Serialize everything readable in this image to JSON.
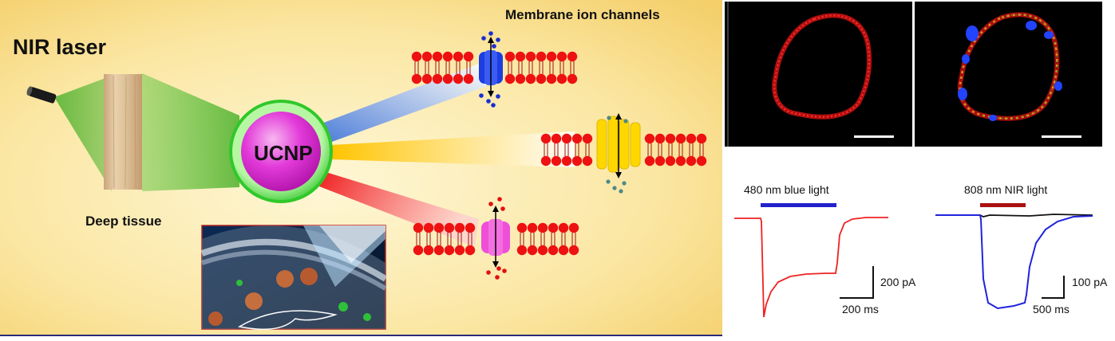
{
  "schematic": {
    "title_laser": "NIR laser",
    "label_tissue": "Deep tissue",
    "label_ucnp": "UCNP",
    "label_channels": "Membrane ion channels",
    "colors": {
      "background_center": "#fdf2c4",
      "background_edge": "#f6d77a",
      "laser_beam": "#5fb83b",
      "ucnp_shell": "#3fd23a",
      "ucnp_core": "#e23ad9",
      "blue_beam": "#3f74d9",
      "yellow_beam": "#ffc400",
      "red_beam": "#ef1a1a",
      "lipid_head": "#ee1111",
      "blue_channel": "#1c3ee0",
      "yellow_channel": "#ffd700",
      "pink_channel": "#ef4fd8"
    },
    "icons": [
      "laser-pointer-icon",
      "tissue-block-icon",
      "ion-channel-icon",
      "ion-dot-icon",
      "nanoparticle-icon",
      "membrane-illustration-icon"
    ]
  },
  "microscopy": {
    "panel_left_channel": "red",
    "panel_right_channel": "merge"
  },
  "traces": {
    "left": {
      "stimulus_label": "480 nm blue light",
      "stimulus_color": "#2222cc",
      "trace_color": "#ee2222",
      "scale_y": "200 pA",
      "scale_x": "200 ms"
    },
    "right": {
      "stimulus_label": "808 nm NIR light",
      "stimulus_color": "#aa1111",
      "trace_color": "#2222dd",
      "control_color": "#111111",
      "scale_y": "100 pA",
      "scale_x": "500 ms"
    }
  }
}
